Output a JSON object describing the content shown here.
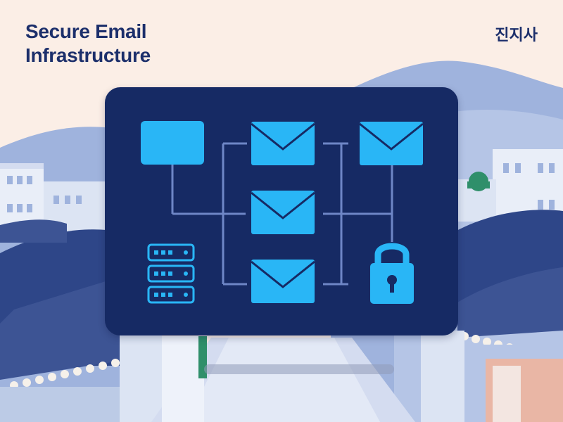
{
  "title_lines": [
    "Secure Email",
    "Infrastructure"
  ],
  "brand_mark": "진지사",
  "colors": {
    "background": "#fbeee6",
    "navy": "#1c2f6b",
    "panel": "#162a64",
    "accent": "#29b6f6",
    "connector": "#6e86c6",
    "roof": "#3d5494",
    "wall": "#bccbe6"
  },
  "diagram_icons": [
    "inbox-rectangle-icon",
    "envelope-icon",
    "server-stack-icon",
    "padlock-icon"
  ]
}
